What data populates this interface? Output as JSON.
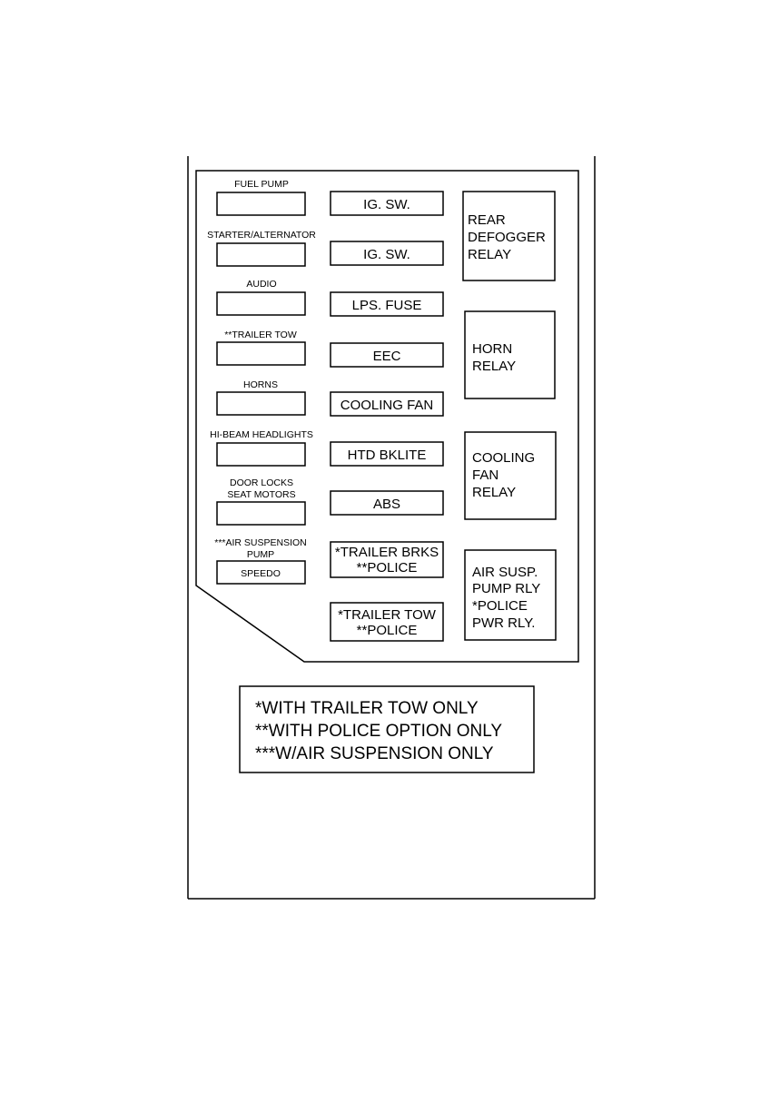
{
  "left_fuses": [
    {
      "label": "FUEL PUMP",
      "inner": ""
    },
    {
      "label": "STARTER/ALTERNATOR",
      "inner": ""
    },
    {
      "label": "AUDIO",
      "inner": ""
    },
    {
      "label": "**TRAILER TOW",
      "inner": ""
    },
    {
      "label": "HORNS",
      "inner": ""
    },
    {
      "label": "HI-BEAM HEADLIGHTS",
      "inner": ""
    },
    {
      "label": "DOOR LOCKS",
      "label2": "SEAT MOTORS",
      "inner": ""
    },
    {
      "label": "***AIR SUSPENSION",
      "label2": "PUMP",
      "inner": "SPEEDO"
    }
  ],
  "center_fuses": [
    {
      "line1": "IG. SW."
    },
    {
      "line1": "IG. SW."
    },
    {
      "line1": "LPS. FUSE"
    },
    {
      "line1": "EEC"
    },
    {
      "line1": "COOLING FAN"
    },
    {
      "line1": "HTD BKLITE"
    },
    {
      "line1": "ABS"
    },
    {
      "line1": "*TRAILER BRKS",
      "line2": "**POLICE"
    },
    {
      "line1": "*TRAILER TOW",
      "line2": "**POLICE"
    }
  ],
  "relays": [
    {
      "lines": [
        "REAR",
        "DEFOGGER",
        "RELAY"
      ]
    },
    {
      "lines": [
        "HORN",
        "RELAY"
      ]
    },
    {
      "lines": [
        "COOLING",
        "FAN",
        "RELAY"
      ]
    },
    {
      "lines": [
        "AIR SUSP.",
        "PUMP RLY",
        "*POLICE",
        "PWR RLY."
      ]
    }
  ],
  "legend": [
    "*WITH TRAILER TOW ONLY",
    "**WITH POLICE OPTION ONLY",
    "***W/AIR SUSPENSION ONLY"
  ]
}
